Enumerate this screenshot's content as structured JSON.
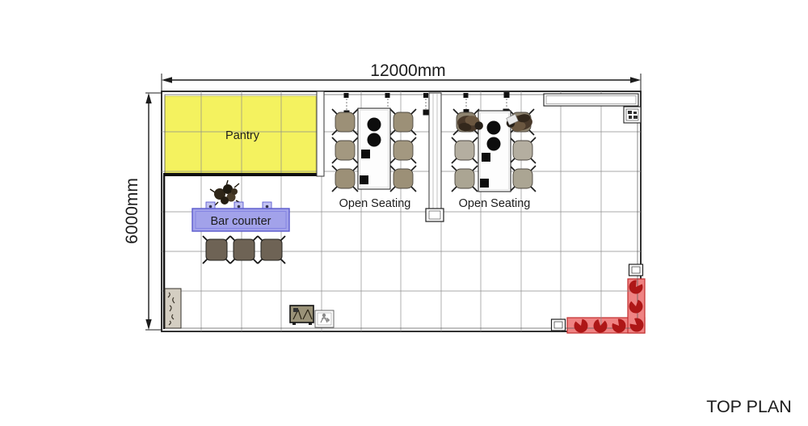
{
  "title": "TOP PLAN",
  "dimensions": {
    "width": "12000mm",
    "height": "6000mm"
  },
  "zones": {
    "pantry": {
      "label": "Pantry",
      "fill": "#f4f25f",
      "border": "#c9c548"
    },
    "bar": {
      "label": "Bar counter",
      "fill": "#a2a2ea",
      "border": "#5a5ace",
      "stools": 3,
      "counter_taps": 3
    },
    "seating1": {
      "label": "Open Seating",
      "chairs": 6,
      "tables": 1,
      "occupants": 0
    },
    "seating2": {
      "label": "Open Seating",
      "chairs": 6,
      "tables": 1,
      "occupants": 2
    },
    "lounge": {
      "sofa_fill": "#ef8383",
      "sofa_border": "#c22f2f",
      "cushion_fill": "#ae1717",
      "cushions": 6,
      "side_tables": 2
    }
  },
  "icons": {
    "plant": "plant-icon",
    "floor_plant": "floor-plant-icon",
    "appliance": "appliance-icon",
    "coffee_station": "coffee-station-icon",
    "stone_strip": "stone-strip-icon",
    "ceiling_light": "ceiling-light-icon",
    "side_table": "side-table-icon"
  }
}
